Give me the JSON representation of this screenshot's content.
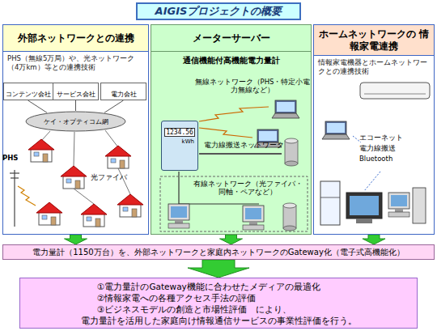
{
  "diagram": {
    "title": "AIGISプロジェクトの概要",
    "nodes": [
      {
        "text": [
          "外部ネットワークとの連携",
          "PHS（無線5万局）や、光ネットワーク（4万km）等との連携技術"
        ]
      },
      {
        "text": [
          "コンテンツ会社"
        ],
        "in": 0
      },
      {
        "text": [
          "サービス会社"
        ],
        "in": 0
      },
      {
        "text": [
          "電力会社"
        ],
        "in": 0
      },
      {
        "text": [
          "ケイ・オプティコム網"
        ],
        "in": 0
      },
      {
        "text": [
          "メーターサーバー",
          "通信機能付高機能電力量計"
        ]
      },
      {
        "text": [
          "1234.56",
          "kWh"
        ],
        "in": 5
      },
      {
        "text": [
          "ホームネットワークの 情報家電連携",
          "情報家電機器とホームネットワークとの連携技術"
        ]
      },
      {
        "text": [
          "電力量計（1150万台）を、外部ネットワークと家庭内ネットワークのGateway化（電子式高機能化）"
        ]
      },
      {
        "text": [
          "①電力量計のGateway機能に合わせたメディアの最適化",
          "②情報家電への各種アクセス手法の評価",
          "③ビジネスモデルの創造と市場性評価　により、",
          "電力量計を活用した家庭向け情報通信サービスの事業性評価を行う。"
        ]
      }
    ],
    "edges": [
      {
        "from": 1,
        "to": 4,
        "arrow": "none"
      },
      {
        "from": 2,
        "to": 4,
        "arrow": "none"
      },
      {
        "from": 3,
        "to": 4,
        "arrow": "none"
      },
      {
        "from": 0,
        "to": 8,
        "arrow": "to"
      },
      {
        "from": 5,
        "to": 8,
        "arrow": "to"
      },
      {
        "from": 7,
        "to": 8,
        "arrow": "to"
      },
      {
        "from": 8,
        "to": 9,
        "arrow": "to"
      }
    ],
    "labels": [
      "PHS",
      "光ファイバ",
      "無線ネットワーク（PHS・特定小電力無線など）",
      "電力線搬送ネットワーク",
      "有線ネットワーク（光ファイバ・同軸・ペアなど）",
      "エコーネット",
      "電力線搬送",
      "Bluetooth"
    ]
  }
}
